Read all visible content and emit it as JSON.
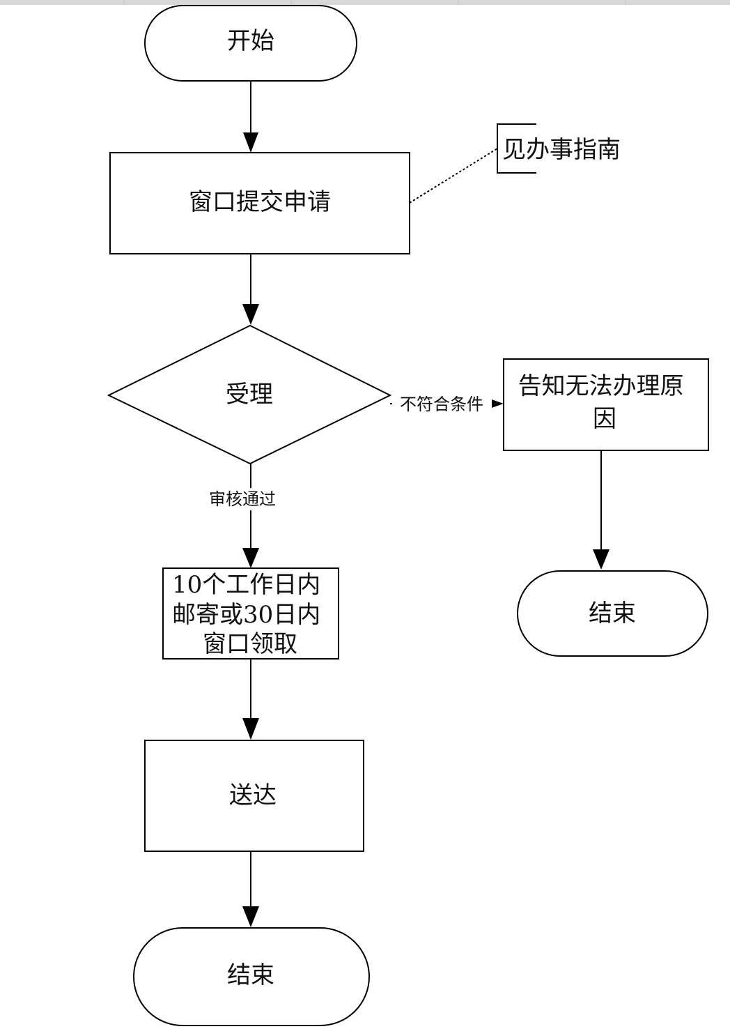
{
  "diagram": {
    "start": "开始",
    "submit": "窗口提交申请",
    "note": "见办事指南",
    "accept": "受理",
    "reject_label": "不符合条件",
    "reject_box": [
      "告知无法办理原",
      "因"
    ],
    "pass_label": "审核通过",
    "deliver_box": [
      "10个工作日内",
      "邮寄或30日内",
      "窗口领取"
    ],
    "delivery": "送达",
    "end_left": "结束",
    "end_right": "结束"
  }
}
